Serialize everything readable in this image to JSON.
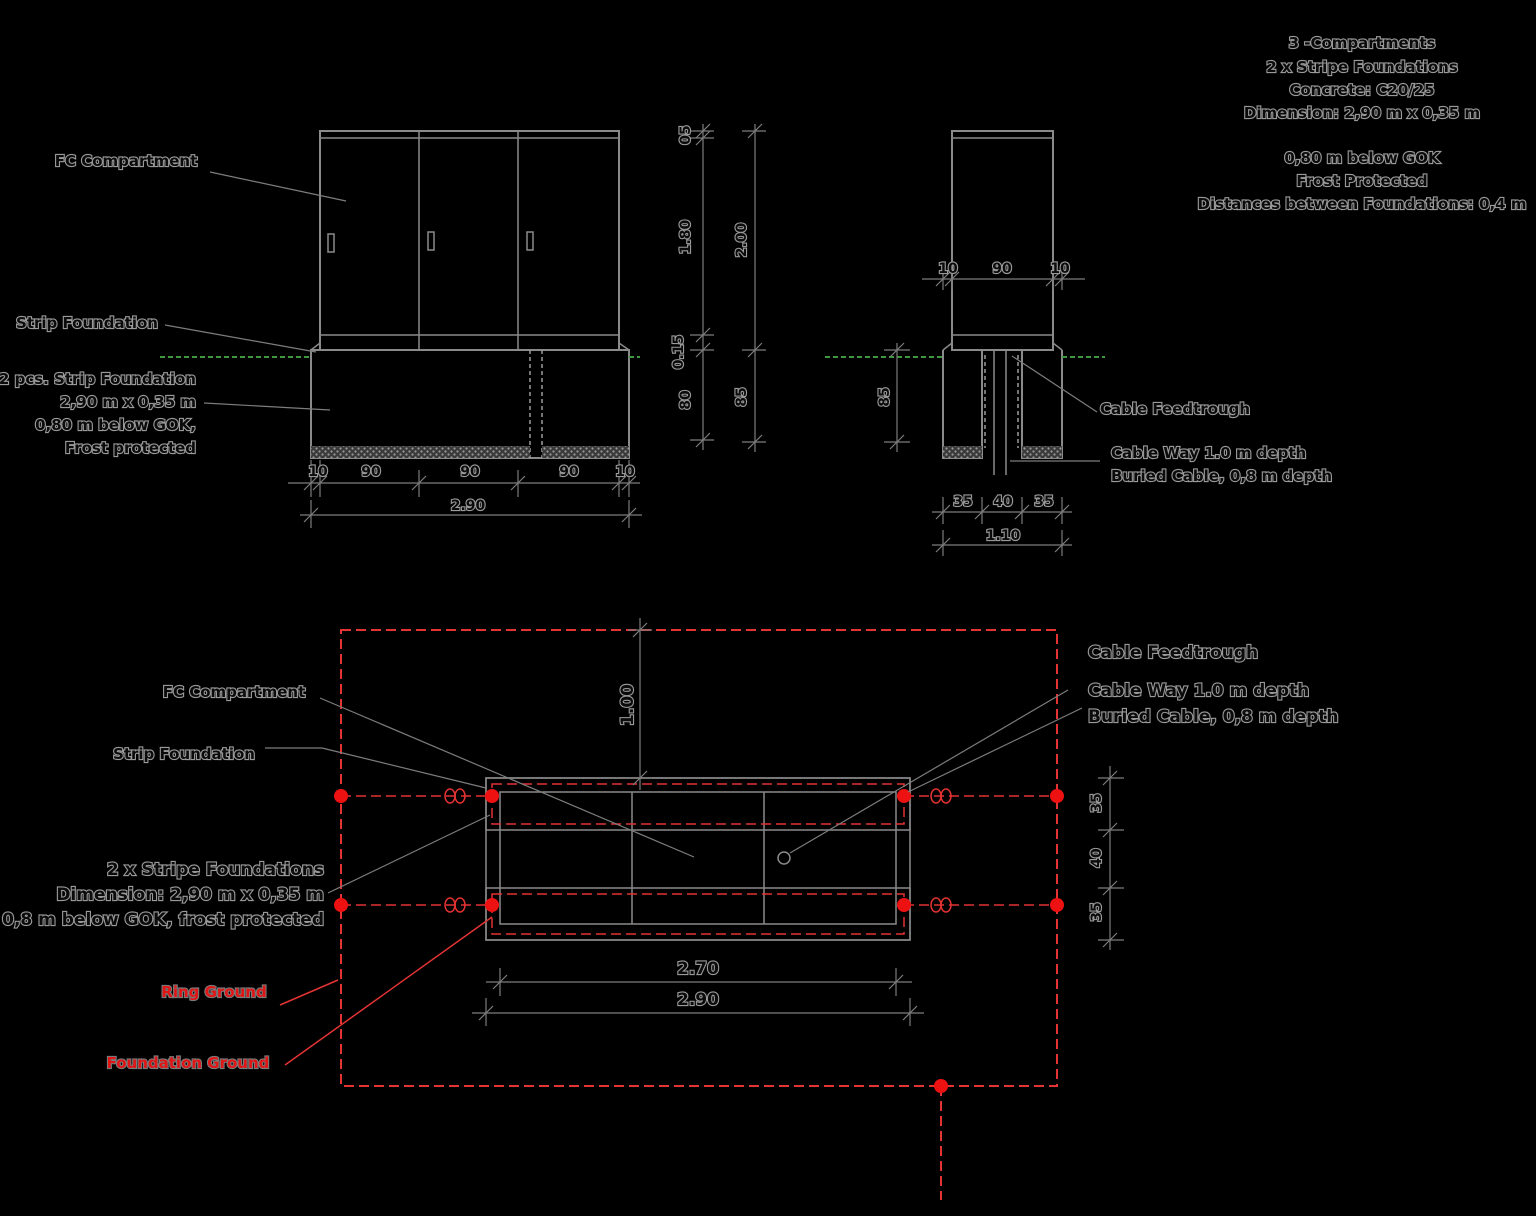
{
  "notes": {
    "top": [
      "3 -Compartments",
      "2 x Stripe Foundations",
      "Concrete: C20/25",
      "Dimension: 2,90 m x 0,35 m"
    ],
    "bottom": [
      "0,80 m below GOK",
      "Frost Protected",
      "Distances between Foundations: 0,4 m"
    ]
  },
  "front_view": {
    "fc_compartment": "FC Compartment",
    "strip_foundation": "Strip Foundation",
    "pcs_foundation": [
      "2 pcs. Strip Foundation",
      "2,90 m x 0,35 m",
      "0,80 m below GOK,",
      "Frost protected"
    ],
    "dims_horizontal": [
      "10",
      "90",
      "90",
      "90",
      "10"
    ],
    "dim_total": "2.90",
    "dims_vertical_a": [
      "05",
      "1.80",
      "0.15",
      "80"
    ],
    "dims_vertical_b": [
      "2.00",
      "85"
    ]
  },
  "side_view": {
    "dims_top": [
      "10",
      "90",
      "10"
    ],
    "dim_depth": "85",
    "cable_feedthrough": "Cable Feedtrough",
    "cable_way": "Cable Way 1.0 m depth",
    "buried_cable": "Buried Cable, 0,8 m depth",
    "dims_bottom": [
      "35",
      "40",
      "35"
    ],
    "dim_total": "1.10"
  },
  "plan_view": {
    "fc_compartment": "FC Compartment",
    "strip_foundation": "Strip Foundation",
    "stripe_foundations": [
      "2 x Stripe Foundations",
      "Dimension: 2,90 m x 0,35 m",
      "0,8 m below GOK, frost protected"
    ],
    "ring_ground": "Ring Ground",
    "foundation_ground": "Foundation Ground",
    "cable_feedthrough": "Cable Feedtrough",
    "cable_way": "Cable Way 1.0 m depth",
    "buried_cable": "Buried Cable, 0,8 m depth",
    "dim_offset": "1.00",
    "dim_inner": "2.70",
    "dim_outer": "2.90",
    "dims_right": [
      "35",
      "40",
      "35"
    ]
  },
  "colors": {
    "background": "#000000",
    "line": "#8a8a8a",
    "ground_red": "#e33333",
    "grass_green": "#3c9a3c"
  }
}
